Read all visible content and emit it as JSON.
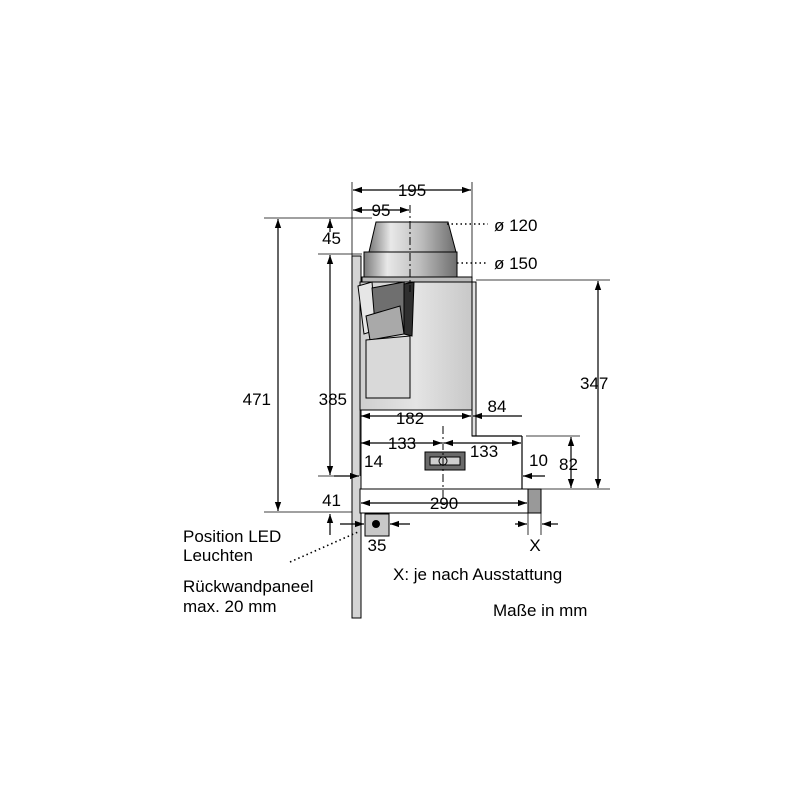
{
  "dimensions": {
    "width_total": "195",
    "width_to_center": "95",
    "dia_top": "ø 120",
    "dia_bottom": "ø 150",
    "height_total": "471",
    "height_body": "385",
    "height_collar": "45",
    "height_front": "347",
    "width_front": "182",
    "width_extension": "84",
    "offset_left": "133",
    "offset_right": "133",
    "gap_14": "14",
    "gap_10": "10",
    "depth_82": "82",
    "depth_41": "41",
    "depth_panel": "290",
    "led_35": "35",
    "x_label": "X"
  },
  "notes": {
    "led_line1": "Position LED",
    "led_line2": "Leuchten",
    "panel_line1": "Rückwandpaneel",
    "panel_line2": "max. 20 mm",
    "x_note": "X: je nach Ausstattung",
    "units": "Maße in mm"
  },
  "colors": {
    "line": "#000000",
    "fill_light": "#d9d9d9",
    "fill_mid": "#c4c4c4",
    "fill_dark": "#8a8a8a"
  }
}
